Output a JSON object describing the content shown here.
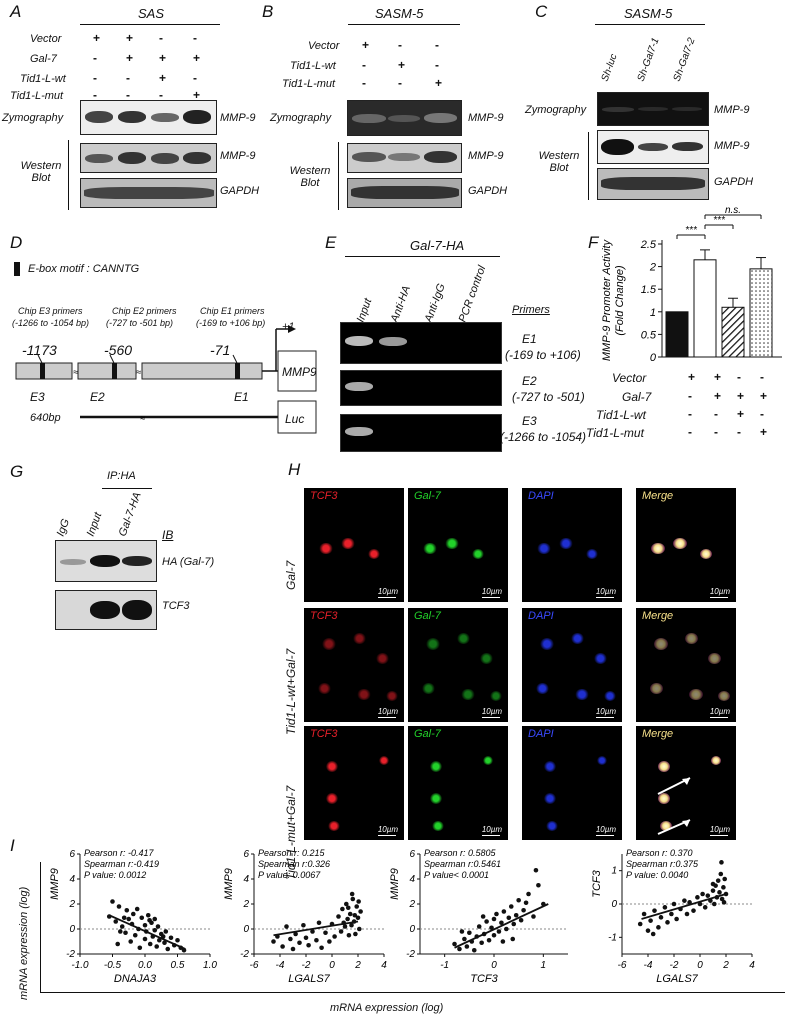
{
  "panelA": {
    "label": "A",
    "title": "SAS",
    "rows": [
      {
        "name": "Vector",
        "signs": [
          "+",
          "+",
          "-",
          "-"
        ]
      },
      {
        "name": "Gal-7",
        "signs": [
          "-",
          "+",
          "+",
          "+"
        ]
      },
      {
        "name": "Tid1-L-wt",
        "signs": [
          "-",
          "-",
          "+",
          "-"
        ]
      },
      {
        "name": "Tid1-L-mut",
        "signs": [
          "-",
          "-",
          "-",
          "+"
        ]
      }
    ],
    "zymography": "Zymography",
    "western": "Western Blot",
    "bands": [
      "MMP-9",
      "MMP-9",
      "GAPDH"
    ]
  },
  "panelB": {
    "label": "B",
    "title": "SASM-5",
    "rows": [
      {
        "name": "Vector",
        "signs": [
          "+",
          "-",
          "-"
        ]
      },
      {
        "name": "Tid1-L-wt",
        "signs": [
          "-",
          "+",
          "-"
        ]
      },
      {
        "name": "Tid1-L-mut",
        "signs": [
          "-",
          "-",
          "+"
        ]
      }
    ],
    "zymography": "Zymography",
    "western": "Western Blot",
    "bands": [
      "MMP-9",
      "MMP-9",
      "GAPDH"
    ]
  },
  "panelC": {
    "label": "C",
    "title": "SASM-5",
    "lanes": [
      "Sh-luc",
      "Sh-Gal7-1",
      "Sh-Gal7-2"
    ],
    "zymography": "Zymography",
    "western": "Western Blot",
    "bands": [
      "MMP-9",
      "MMP-9",
      "GAPDH"
    ]
  },
  "panelD": {
    "label": "D",
    "ebox": "E-box motif : CANNTG",
    "primers": [
      {
        "name": "Chip E3 primers",
        "range": "(-1266 to -1054 bp)"
      },
      {
        "name": "Chip E2 primers",
        "range": "(-727 to -501 bp)"
      },
      {
        "name": "Chip E1 primers",
        "range": "(-169 to +106 bp)"
      }
    ],
    "positions": [
      "-1173",
      "-560",
      "-71"
    ],
    "plus1": "+1",
    "gene": "MMP9",
    "regions": [
      "E3",
      "E2",
      "E1"
    ],
    "reporter_len": "640bp",
    "reporter": "Luc"
  },
  "panelE": {
    "label": "E",
    "title": "Gal-7-HA",
    "lanes": [
      "Input",
      "Anti-HA",
      "Anti-IgG",
      "PCR control"
    ],
    "primers_header": "Primers",
    "primers": [
      {
        "name": "E1",
        "range": "(-169 to +106)"
      },
      {
        "name": "E2",
        "range": "(-727 to -501)"
      },
      {
        "name": "E3",
        "range": "(-1266 to -1054)"
      }
    ]
  },
  "panelF": {
    "label": "F",
    "conditions": [
      {
        "name": "Vector",
        "signs": [
          "+",
          "+",
          "-",
          "-"
        ]
      },
      {
        "name": "Gal-7",
        "signs": [
          "-",
          "+",
          "+",
          "+"
        ]
      },
      {
        "name": "Tid1-L-wt",
        "signs": [
          "-",
          "-",
          "+",
          "-"
        ]
      },
      {
        "name": "Tid1-L-mut",
        "signs": [
          "-",
          "-",
          "-",
          "+"
        ]
      }
    ],
    "sig1": "***",
    "sig2": "***",
    "sig3": "n.s."
  },
  "panelG": {
    "label": "G",
    "lanes": [
      "IgG",
      "Input",
      "Gal-7-HA"
    ],
    "ip": "IP:HA",
    "ib": "IB",
    "bands": [
      "HA (Gal-7)",
      "TCF3"
    ]
  },
  "panelH": {
    "label": "H",
    "channels": [
      "TCF3",
      "Gal-7",
      "DAPI",
      "Merge"
    ],
    "rows": [
      "Gal-7",
      "Tid1-L-wt+Gal-7",
      "Tid1-L-mut+Gal-7"
    ],
    "scale": "10µm",
    "colors": {
      "tcf3": "#e8202a",
      "gal7": "#22d12a",
      "dapi": "#2a3adf",
      "merge": "#f6e08a"
    }
  },
  "panelI": {
    "label": "I",
    "y_outer": "mRNA expression (log)",
    "x_outer": "mRNA expression (log)"
  },
  "chart_data": [
    {
      "type": "bar",
      "categories": [
        "1",
        "2",
        "3",
        "4"
      ],
      "values": [
        1.0,
        2.15,
        1.1,
        1.95
      ],
      "errors": [
        0.0,
        0.22,
        0.2,
        0.25
      ],
      "fills": [
        "solid",
        "white",
        "hatched",
        "dotted"
      ],
      "ylabel": "MMP-9 Promoter Activity (Fold Change)",
      "ylim": [
        0,
        2.5
      ],
      "yticks": [
        "0",
        "0.5",
        "1",
        "1.5",
        "2",
        "2.5"
      ]
    },
    {
      "type": "scatter",
      "xlabel": "DNAJA3",
      "ylabel": "MMP9",
      "stats": [
        "Pearson r: -0.417",
        "Spearman r:-0.419",
        "P value: 0.0012"
      ],
      "xlim": [
        -1.0,
        1.0
      ],
      "ylim": [
        -2,
        6
      ],
      "xticks": [
        "-1.0",
        "-0.5",
        "0.0",
        "0.5",
        "1.0"
      ],
      "yticks": [
        "-2",
        "0",
        "2",
        "4",
        "6"
      ],
      "trend": [
        [
          -0.55,
          1.1
        ],
        [
          0.62,
          -1.6
        ]
      ],
      "points": [
        [
          -0.55,
          1.0
        ],
        [
          -0.5,
          2.2
        ],
        [
          -0.45,
          0.6
        ],
        [
          -0.42,
          -1.2
        ],
        [
          -0.4,
          1.8
        ],
        [
          -0.35,
          0.2
        ],
        [
          -0.3,
          -0.3
        ],
        [
          -0.28,
          1.5
        ],
        [
          -0.25,
          0.8
        ],
        [
          -0.22,
          -1.0
        ],
        [
          -0.2,
          0.4
        ],
        [
          -0.18,
          1.2
        ],
        [
          -0.15,
          -0.5
        ],
        [
          -0.1,
          0.0
        ],
        [
          -0.08,
          -1.5
        ],
        [
          -0.05,
          0.9
        ],
        [
          0.0,
          0.3
        ],
        [
          0.0,
          -0.8
        ],
        [
          0.02,
          -0.2
        ],
        [
          0.05,
          1.1
        ],
        [
          0.08,
          -1.2
        ],
        [
          0.1,
          0.5
        ],
        [
          0.12,
          -0.6
        ],
        [
          0.15,
          -0.1
        ],
        [
          0.18,
          -1.4
        ],
        [
          0.2,
          0.2
        ],
        [
          0.22,
          -0.9
        ],
        [
          0.25,
          -0.4
        ],
        [
          0.3,
          -1.1
        ],
        [
          0.32,
          -0.2
        ],
        [
          0.35,
          -1.6
        ],
        [
          0.4,
          -0.7
        ],
        [
          0.45,
          -1.3
        ],
        [
          0.5,
          -0.9
        ],
        [
          0.55,
          -1.5
        ],
        [
          0.6,
          -1.7
        ],
        [
          -0.32,
          0.9
        ],
        [
          -0.12,
          1.6
        ],
        [
          0.07,
          0.7
        ],
        [
          0.28,
          -0.6
        ],
        [
          -0.38,
          -0.2
        ],
        [
          0.15,
          0.8
        ]
      ]
    },
    {
      "type": "scatter",
      "xlabel": "LGALS7",
      "ylabel": "MMP9",
      "stats": [
        "Pearson r: 0.215",
        "Spearman r:0.326",
        "P value: 0.0067"
      ],
      "xlim": [
        -6,
        4
      ],
      "ylim": [
        -2,
        6
      ],
      "xticks": [
        "-6",
        "-4",
        "-2",
        "0",
        "2",
        "4"
      ],
      "yticks": [
        "-2",
        "0",
        "2",
        "4",
        "6"
      ],
      "trend": [
        [
          -4.5,
          -0.5
        ],
        [
          2.0,
          0.6
        ]
      ],
      "points": [
        [
          -4.5,
          -1.0
        ],
        [
          -4.2,
          -0.6
        ],
        [
          -3.8,
          -1.4
        ],
        [
          -3.5,
          0.2
        ],
        [
          -3.2,
          -0.8
        ],
        [
          -3.0,
          -1.6
        ],
        [
          -2.8,
          -0.4
        ],
        [
          -2.5,
          -1.1
        ],
        [
          -2.2,
          0.3
        ],
        [
          -2.0,
          -0.7
        ],
        [
          -1.8,
          -1.3
        ],
        [
          -1.5,
          -0.2
        ],
        [
          -1.2,
          -0.9
        ],
        [
          -1.0,
          0.5
        ],
        [
          -0.8,
          -1.5
        ],
        [
          -0.5,
          -0.3
        ],
        [
          -0.2,
          -1.0
        ],
        [
          0.0,
          0.4
        ],
        [
          0.2,
          -0.6
        ],
        [
          0.5,
          1.0
        ],
        [
          0.7,
          -0.2
        ],
        [
          0.8,
          1.6
        ],
        [
          1.0,
          0.2
        ],
        [
          1.1,
          2.0
        ],
        [
          1.2,
          0.8
        ],
        [
          1.3,
          -0.5
        ],
        [
          1.4,
          1.2
        ],
        [
          1.5,
          0.3
        ],
        [
          1.6,
          2.4
        ],
        [
          1.7,
          0.6
        ],
        [
          1.8,
          -0.4
        ],
        [
          1.9,
          1.8
        ],
        [
          2.0,
          0.9
        ],
        [
          2.1,
          0.0
        ],
        [
          2.2,
          1.4
        ],
        [
          1.55,
          2.8
        ],
        [
          0.9,
          0.5
        ],
        [
          1.75,
          1.1
        ],
        [
          2.05,
          2.2
        ],
        [
          1.25,
          1.7
        ]
      ]
    },
    {
      "type": "scatter",
      "xlabel": "TCF3",
      "ylabel": "MMP9",
      "stats": [
        "Pearson r: 0.5805",
        "Spearman r:0.5461",
        "P value< 0.0001"
      ],
      "xlim": [
        -1.5,
        1.5
      ],
      "ylim": [
        -2,
        6
      ],
      "xticks": [
        "-1",
        "0",
        "1"
      ],
      "yticks": [
        "-2",
        "0",
        "2",
        "4",
        "6"
      ],
      "trend": [
        [
          -0.8,
          -1.5
        ],
        [
          1.1,
          2.0
        ]
      ],
      "points": [
        [
          -0.8,
          -1.2
        ],
        [
          -0.7,
          -1.6
        ],
        [
          -0.6,
          -0.8
        ],
        [
          -0.55,
          -1.4
        ],
        [
          -0.5,
          -0.3
        ],
        [
          -0.45,
          -1.0
        ],
        [
          -0.4,
          -1.7
        ],
        [
          -0.35,
          -0.6
        ],
        [
          -0.3,
          0.2
        ],
        [
          -0.25,
          -1.1
        ],
        [
          -0.2,
          -0.4
        ],
        [
          -0.15,
          0.6
        ],
        [
          -0.1,
          -0.9
        ],
        [
          -0.05,
          0.1
        ],
        [
          0.0,
          -0.5
        ],
        [
          0.0,
          0.8
        ],
        [
          0.05,
          1.2
        ],
        [
          0.1,
          -0.2
        ],
        [
          0.15,
          0.5
        ],
        [
          0.2,
          1.4
        ],
        [
          0.25,
          0.0
        ],
        [
          0.3,
          0.9
        ],
        [
          0.35,
          1.8
        ],
        [
          0.4,
          0.4
        ],
        [
          0.45,
          1.1
        ],
        [
          0.5,
          2.3
        ],
        [
          0.55,
          0.7
        ],
        [
          0.6,
          1.5
        ],
        [
          0.7,
          2.8
        ],
        [
          0.8,
          1.0
        ],
        [
          0.9,
          3.5
        ],
        [
          1.0,
          2.0
        ],
        [
          0.85,
          4.7
        ],
        [
          0.65,
          2.1
        ],
        [
          -0.65,
          -0.2
        ],
        [
          0.18,
          -1.0
        ],
        [
          -0.22,
          1.0
        ],
        [
          0.38,
          -0.8
        ]
      ]
    },
    {
      "type": "scatter",
      "xlabel": "LGALS7",
      "ylabel": "TCF3",
      "stats": [
        "Pearson r: 0.370",
        "Spearman r:0.375",
        "P value: 0.0040"
      ],
      "xlim": [
        -6,
        4
      ],
      "ylim": [
        -1.5,
        1.5
      ],
      "xticks": [
        "-6",
        "-4",
        "-2",
        "0",
        "2",
        "4"
      ],
      "yticks": [
        "-1",
        "0",
        "1"
      ],
      "trend": [
        [
          -4.5,
          -0.45
        ],
        [
          2.0,
          0.3
        ]
      ],
      "points": [
        [
          -4.6,
          -0.6
        ],
        [
          -4.3,
          -0.3
        ],
        [
          -4.0,
          -0.8
        ],
        [
          -3.8,
          -0.5
        ],
        [
          -3.5,
          -0.2
        ],
        [
          -3.2,
          -0.7
        ],
        [
          -3.0,
          -0.4
        ],
        [
          -2.7,
          -0.1
        ],
        [
          -2.5,
          -0.55
        ],
        [
          -2.2,
          -0.3
        ],
        [
          -2.0,
          0.0
        ],
        [
          -1.8,
          -0.45
        ],
        [
          -1.5,
          -0.15
        ],
        [
          -1.2,
          0.1
        ],
        [
          -1.0,
          -0.3
        ],
        [
          -0.8,
          0.05
        ],
        [
          -0.5,
          -0.2
        ],
        [
          -0.2,
          0.2
        ],
        [
          0.0,
          0.0
        ],
        [
          0.2,
          0.3
        ],
        [
          0.4,
          -0.1
        ],
        [
          0.6,
          0.25
        ],
        [
          0.8,
          0.1
        ],
        [
          1.0,
          0.4
        ],
        [
          1.1,
          0.0
        ],
        [
          1.2,
          0.55
        ],
        [
          1.3,
          0.2
        ],
        [
          1.4,
          0.7
        ],
        [
          1.5,
          0.35
        ],
        [
          1.6,
          0.9
        ],
        [
          1.7,
          0.15
        ],
        [
          1.8,
          0.5
        ],
        [
          1.9,
          0.75
        ],
        [
          2.0,
          0.3
        ],
        [
          1.65,
          1.25
        ],
        [
          1.85,
          0.05
        ],
        [
          1.0,
          0.6
        ],
        [
          -3.6,
          -0.9
        ]
      ]
    }
  ]
}
